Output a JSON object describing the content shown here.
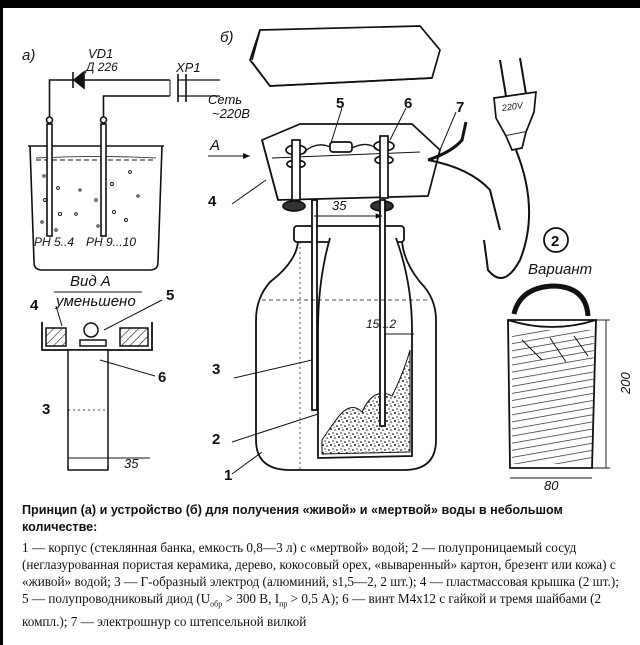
{
  "labels": {
    "fig_a": "а)",
    "fig_b": "б)",
    "vd1": "VD1",
    "diode": "Д 226",
    "xp1": "XP1",
    "mains": "Сеть",
    "voltage": "~220В",
    "ph_left": "PH 5..4",
    "ph_right": "PH 9...10",
    "view_a_1": "Вид А",
    "view_a_2": "уменьшено",
    "arrow_a": "A",
    "dim_35_top": "35",
    "dim_15_2": "15...2",
    "dim_35_bottom": "35",
    "dim_200": "200",
    "dim_80": "80",
    "variant_num": "2",
    "variant": "Вариант",
    "plug_voltage": "220V",
    "n1": "1",
    "n2": "2",
    "n3": "3",
    "n4": "4",
    "n5": "5",
    "n6": "6",
    "n7": "7",
    "v3": "3",
    "v4": "4",
    "v5": "5",
    "v6": "6"
  },
  "caption": {
    "title": "Принцип (а) и устройство (б) для получения «живой» и «мертвой» воды в небольшом количестве:",
    "l1": "1 — корпус (стеклянная банка, емкость 0,8—3 л) с «мертвой» водой; 2 — полупроницаемый сосуд (неглазурованная пористая керамика, дерево, кокосовый орех, «вываренный» картон, брезент или кожа) с «живой» водой; 3 — Г-образный электрод (алюминий, s1,5—2, 2 шт.); 4 — пластмассовая крышка (2 шт.); 5 — полупроводниковый диод (U",
    "s1": "обр",
    "l2": " > 300 В, I",
    "s2": "пр",
    "l3": " > 0,5 А); 6 — винт М4х12 с гайкой и тремя шайбами (2 компл.); 7 — электрошнур со штепсельной вилкой"
  }
}
